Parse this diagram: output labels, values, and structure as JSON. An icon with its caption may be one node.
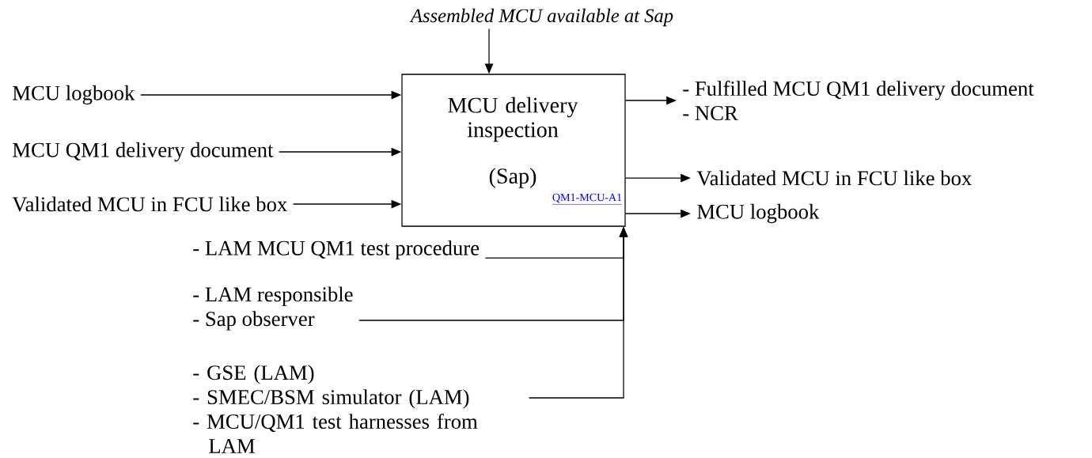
{
  "diagram": {
    "nodes": [
      {
        "text": [
          "MCU delivery inspection",
          "(Sap)",
          "QM1-MCU-A1"
        ]
      },
      {
        "text": [
          "Assembled MCU available at Sap"
        ]
      },
      {
        "text": [
          "MCU logbook"
        ]
      },
      {
        "text": [
          "MCU QM1 delivery document"
        ]
      },
      {
        "text": [
          "Validated MCU in FCU like box"
        ]
      },
      {
        "text": [
          "- Fulfilled MCU QM1 delivery document",
          "- NCR"
        ]
      },
      {
        "text": [
          "Validated MCU in FCU like box"
        ]
      },
      {
        "text": [
          "MCU logbook"
        ]
      },
      {
        "text": [
          "- LAM MCU QM1 test procedure"
        ]
      },
      {
        "text": [
          "- LAM responsible",
          "- Sap observer"
        ]
      },
      {
        "text": [
          "- GSE (LAM)",
          "- SMEC/BSM simulator (LAM)",
          "- MCU/QM1 test harnesses from LAM"
        ]
      }
    ],
    "edges": [
      {
        "from": 1,
        "to": 0,
        "arrow": "to"
      },
      {
        "from": 2,
        "to": 0,
        "arrow": "to"
      },
      {
        "from": 3,
        "to": 0,
        "arrow": "to"
      },
      {
        "from": 4,
        "to": 0,
        "arrow": "to"
      },
      {
        "from": 0,
        "to": 5,
        "arrow": "to"
      },
      {
        "from": 0,
        "to": 6,
        "arrow": "to"
      },
      {
        "from": 0,
        "to": 7,
        "arrow": "to"
      },
      {
        "from": 8,
        "to": 0,
        "arrow": "to"
      },
      {
        "from": 9,
        "to": 0,
        "arrow": "to"
      },
      {
        "from": 10,
        "to": 0,
        "arrow": "to"
      }
    ]
  }
}
